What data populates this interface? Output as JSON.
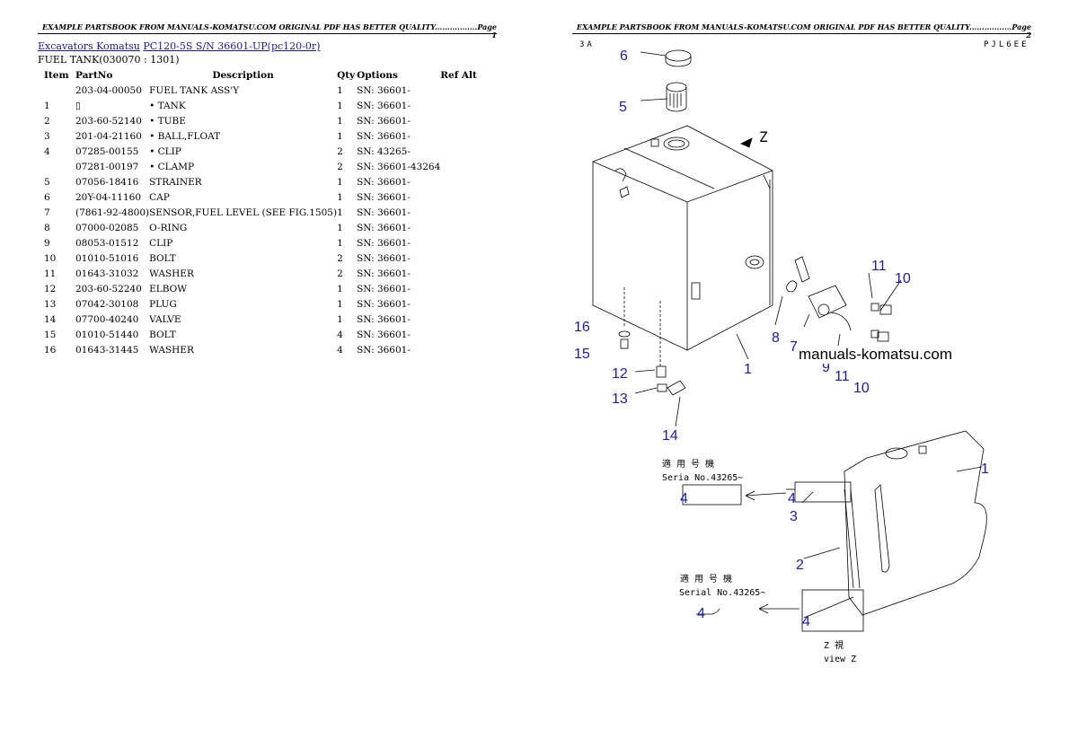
{
  "pages": [
    {
      "header": "EXAMPLE PARTSBOOK FROM MANUALS-KOMATSU.COM ORIGINAL PDF HAS BETTER QUALITY.................Page 1"
    },
    {
      "header": "EXAMPLE PARTSBOOK FROM MANUALS-KOMATSU.COM ORIGINAL PDF HAS BETTER QUALITY.................Page 2"
    }
  ],
  "breadcrumb": {
    "link1": "Excavators Komatsu",
    "link2": "PC120-5S S/N 36601-UP(pc120-0r)"
  },
  "subtitle": "FUEL TANK(030070 : 1301)",
  "table": {
    "headers": [
      "Item",
      "PartNo",
      "Description",
      "Qty",
      "Options",
      "Ref Alt"
    ],
    "rows": [
      {
        "item": "",
        "part": "203-04-00050",
        "desc": "FUEL TANK ASS'Y",
        "qty": "1",
        "opt": "SN: 36601-",
        "ref": ""
      },
      {
        "item": "1",
        "part": "▯",
        "desc": "• TANK",
        "qty": "1",
        "opt": "SN: 36601-",
        "ref": ""
      },
      {
        "item": "2",
        "part": "203-60-52140",
        "desc": "• TUBE",
        "qty": "1",
        "opt": "SN: 36601-",
        "ref": ""
      },
      {
        "item": "3",
        "part": "201-04-21160",
        "desc": "• BALL,FLOAT",
        "qty": "1",
        "opt": "SN: 36601-",
        "ref": ""
      },
      {
        "item": "4",
        "part": "07285-00155",
        "desc": "• CLIP",
        "qty": "2",
        "opt": "SN: 43265-",
        "ref": ""
      },
      {
        "item": "",
        "part": "07281-00197",
        "desc": "• CLAMP",
        "qty": "2",
        "opt": "SN: 36601-43264",
        "ref": ""
      },
      {
        "item": "5",
        "part": "07056-18416",
        "desc": "STRAINER",
        "qty": "1",
        "opt": "SN: 36601-",
        "ref": ""
      },
      {
        "item": "6",
        "part": "20Y-04-11160",
        "desc": "CAP",
        "qty": "1",
        "opt": "SN: 36601-",
        "ref": ""
      },
      {
        "item": "7",
        "part": "(7861-92-4800)",
        "desc": "SENSOR,FUEL LEVEL (SEE FIG.1505)",
        "qty": "1",
        "opt": "SN: 36601-",
        "ref": ""
      },
      {
        "item": "8",
        "part": "07000-02085",
        "desc": "O-RING",
        "qty": "1",
        "opt": "SN: 36601-",
        "ref": ""
      },
      {
        "item": "9",
        "part": "08053-01512",
        "desc": "CLIP",
        "qty": "1",
        "opt": "SN: 36601-",
        "ref": ""
      },
      {
        "item": "10",
        "part": "01010-51016",
        "desc": "BOLT",
        "qty": "2",
        "opt": "SN: 36601-",
        "ref": ""
      },
      {
        "item": "11",
        "part": "01643-31032",
        "desc": "WASHER",
        "qty": "2",
        "opt": "SN: 36601-",
        "ref": ""
      },
      {
        "item": "12",
        "part": "203-60-52240",
        "desc": "ELBOW",
        "qty": "1",
        "opt": "SN: 36601-",
        "ref": ""
      },
      {
        "item": "13",
        "part": "07042-30108",
        "desc": "PLUG",
        "qty": "1",
        "opt": "SN: 36601-",
        "ref": ""
      },
      {
        "item": "14",
        "part": "07700-40240",
        "desc": "VALVE",
        "qty": "1",
        "opt": "SN: 36601-",
        "ref": ""
      },
      {
        "item": "15",
        "part": "01010-51440",
        "desc": "BOLT",
        "qty": "4",
        "opt": "SN: 36601-",
        "ref": ""
      },
      {
        "item": "16",
        "part": "01643-31445",
        "desc": "WASHER",
        "qty": "4",
        "opt": "SN: 36601-",
        "ref": ""
      }
    ]
  },
  "diagram": {
    "code_left": "3A",
    "code_right": "PJL6EE",
    "watermark": "manuals-komatsu.com",
    "callout_color": "#1a1ab4",
    "callouts": [
      "6",
      "5",
      "16",
      "15",
      "12",
      "13",
      "14",
      "8",
      "7",
      "9",
      "11",
      "10",
      "11",
      "10",
      "1",
      "1",
      "4",
      "3",
      "2",
      "4",
      "4",
      "4"
    ],
    "z_mark": "Z",
    "jp_applicable": "適 用 号 機",
    "serial_1": "Seria  No.43265~",
    "serial_2": "Serial No.43265~",
    "view_jp": "Z   視",
    "view_label": "view Z"
  }
}
